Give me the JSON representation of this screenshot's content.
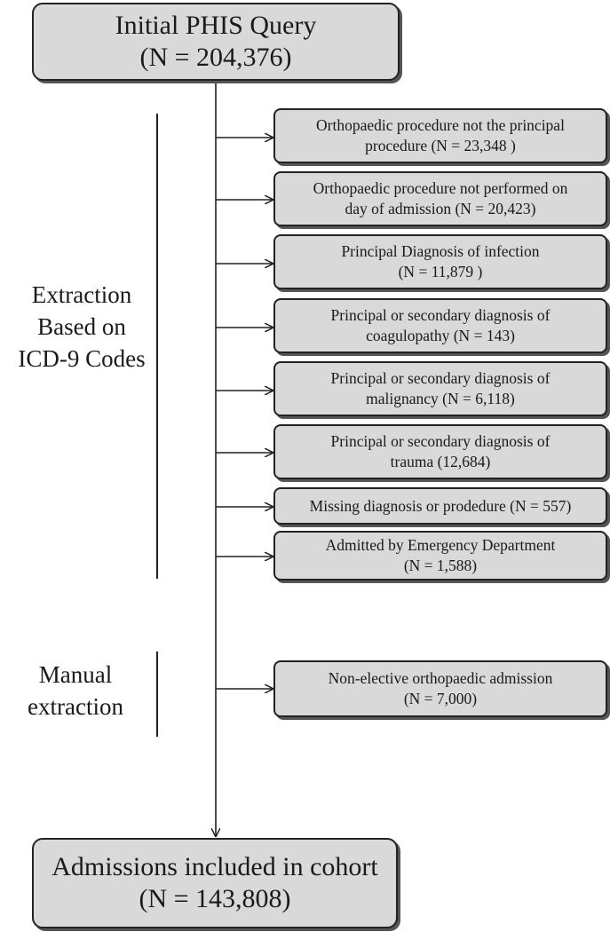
{
  "start": {
    "line1": "Initial PHIS Query",
    "line2": "(N = 204,376)"
  },
  "end": {
    "line1": "Admissions included in cohort",
    "line2": "(N = 143,808)"
  },
  "groups": {
    "extraction": [
      "Extraction",
      "Based on",
      "ICD-9 Codes"
    ],
    "manual": [
      "Manual",
      "extraction"
    ]
  },
  "exclusions": [
    {
      "line1": "Orthopaedic procedure not  the principal",
      "line2": "procedure (N = 23,348 )"
    },
    {
      "line1": "Orthopaedic procedure not performed on",
      "line2": "day of admission (N = 20,423)"
    },
    {
      "line1": "Principal Diagnosis of infection",
      "line2": "(N = 11,879 )"
    },
    {
      "line1": "Principal or secondary diagnosis of",
      "line2": "coagulopathy (N = 143)"
    },
    {
      "line1": "Principal or secondary diagnosis of",
      "line2": "malignancy (N  = 6,118)"
    },
    {
      "line1": "Principal or secondary diagnosis of",
      "line2": "trauma (12,684)"
    },
    {
      "line1": "Missing diagnosis or prodedure (N = 557)"
    },
    {
      "line1": "Admitted by Emergency Department",
      "line2": "(N = 1,588)"
    },
    {
      "line1": "Non-elective orthopaedic admission",
      "line2": "(N = 7,000)"
    }
  ]
}
